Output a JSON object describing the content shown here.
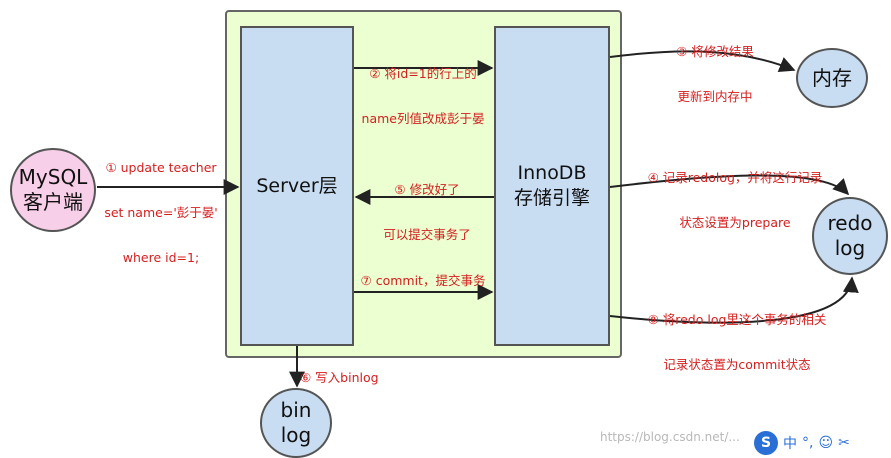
{
  "boxes": {
    "server": "Server层",
    "innodb": [
      "InnoDB",
      "存储引擎"
    ]
  },
  "nodes": {
    "mysql": [
      "MySQL",
      "客户端"
    ],
    "memory": "内存",
    "redo": [
      "redo",
      "log"
    ],
    "binlog": [
      "bin",
      "log"
    ]
  },
  "steps": {
    "s1": [
      "① update teacher",
      "set name='彭于晏'",
      "where id=1;"
    ],
    "s2": [
      "② 将id=1的行上的",
      "name列值改成彭于晏"
    ],
    "s3": [
      "③ 将修改结果",
      "更新到内存中"
    ],
    "s4": [
      "④ 记录redolog，并将这行记录",
      "状态设置为prepare"
    ],
    "s5": [
      "⑤ 修改好了",
      "可以提交事务了"
    ],
    "s6": "⑥ 写入binlog",
    "s7": "⑦ commit，提交事务",
    "s8": [
      "⑧ 将redo log里这个事务的相关",
      "记录状态置为commit状态"
    ]
  },
  "watermark": "https://blog.csdn.net/...",
  "toolbar": {
    "s_label": "S",
    "zh_label": "中",
    "dot_label": "°,",
    "smile_label": "☺",
    "tools_label": "✂"
  },
  "colors": {
    "step_text": "#d42020",
    "frame_bg": "#ebffd0",
    "box_bg": "#c8ddf2",
    "client_bg": "#f8cfe8"
  }
}
